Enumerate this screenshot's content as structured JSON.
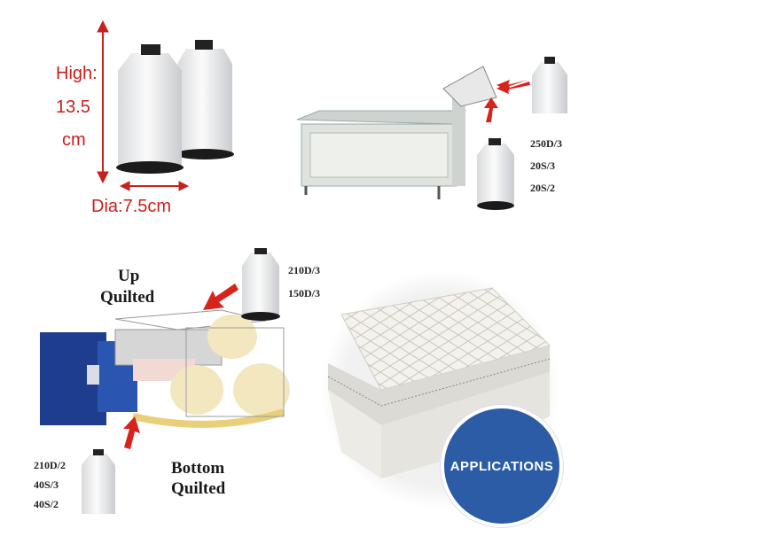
{
  "dimensions": {
    "height_label": "High:",
    "height_value": "13.5",
    "height_unit": "cm",
    "diameter": "Dia:7.5cm"
  },
  "tape_edge": {
    "specs": [
      "250D/3",
      "20S/3",
      "20S/2"
    ]
  },
  "quilting": {
    "up_label": [
      "Up",
      "Quilted"
    ],
    "up_specs": [
      "210D/3",
      "150D/3"
    ],
    "bottom_label": [
      "Bottom",
      "Quilted"
    ],
    "bottom_specs": [
      "210D/2",
      "40S/3",
      "40S/2"
    ]
  },
  "applications_badge": "APPLICATIONS",
  "colors": {
    "arrow": "#c8201c",
    "badge": "#2c5ca6"
  }
}
